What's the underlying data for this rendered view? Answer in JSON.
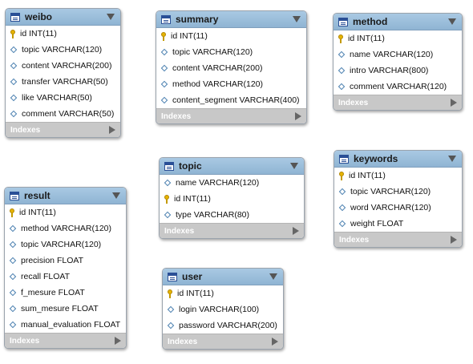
{
  "indexes_label": "Indexes",
  "tables": {
    "weibo": {
      "name": "weibo",
      "columns": [
        {
          "text": "id INT(11)",
          "pk": true
        },
        {
          "text": "topic VARCHAR(120)",
          "pk": false
        },
        {
          "text": "content VARCHAR(200)",
          "pk": false
        },
        {
          "text": "transfer VARCHAR(50)",
          "pk": false
        },
        {
          "text": "like VARCHAR(50)",
          "pk": false
        },
        {
          "text": "comment VARCHAR(50)",
          "pk": false
        }
      ]
    },
    "summary": {
      "name": "summary",
      "columns": [
        {
          "text": "id INT(11)",
          "pk": true
        },
        {
          "text": "topic VARCHAR(120)",
          "pk": false
        },
        {
          "text": "content VARCHAR(200)",
          "pk": false
        },
        {
          "text": "method VARCHAR(120)",
          "pk": false
        },
        {
          "text": "content_segment VARCHAR(400)",
          "pk": false
        }
      ]
    },
    "method": {
      "name": "method",
      "columns": [
        {
          "text": "id INT(11)",
          "pk": true
        },
        {
          "text": "name VARCHAR(120)",
          "pk": false
        },
        {
          "text": "intro VARCHAR(800)",
          "pk": false
        },
        {
          "text": "comment VARCHAR(120)",
          "pk": false
        }
      ]
    },
    "result": {
      "name": "result",
      "columns": [
        {
          "text": "id INT(11)",
          "pk": true
        },
        {
          "text": "method VARCHAR(120)",
          "pk": false
        },
        {
          "text": "topic VARCHAR(120)",
          "pk": false
        },
        {
          "text": "precision FLOAT",
          "pk": false
        },
        {
          "text": "recall FLOAT",
          "pk": false
        },
        {
          "text": "f_mesure FLOAT",
          "pk": false
        },
        {
          "text": "sum_mesure FLOAT",
          "pk": false
        },
        {
          "text": "manual_evaluation FLOAT",
          "pk": false
        }
      ]
    },
    "topic": {
      "name": "topic",
      "columns": [
        {
          "text": "name VARCHAR(120)",
          "pk": false
        },
        {
          "text": "id INT(11)",
          "pk": true
        },
        {
          "text": "type VARCHAR(80)",
          "pk": false
        }
      ]
    },
    "keywords": {
      "name": "keywords",
      "columns": [
        {
          "text": "id INT(11)",
          "pk": true
        },
        {
          "text": "topic VARCHAR(120)",
          "pk": false
        },
        {
          "text": "word VARCHAR(120)",
          "pk": false
        },
        {
          "text": "weight FLOAT",
          "pk": false
        }
      ]
    },
    "user": {
      "name": "user",
      "columns": [
        {
          "text": "id INT(11)",
          "pk": true
        },
        {
          "text": "login VARCHAR(100)",
          "pk": false
        },
        {
          "text": "password VARCHAR(200)",
          "pk": false
        }
      ]
    }
  }
}
